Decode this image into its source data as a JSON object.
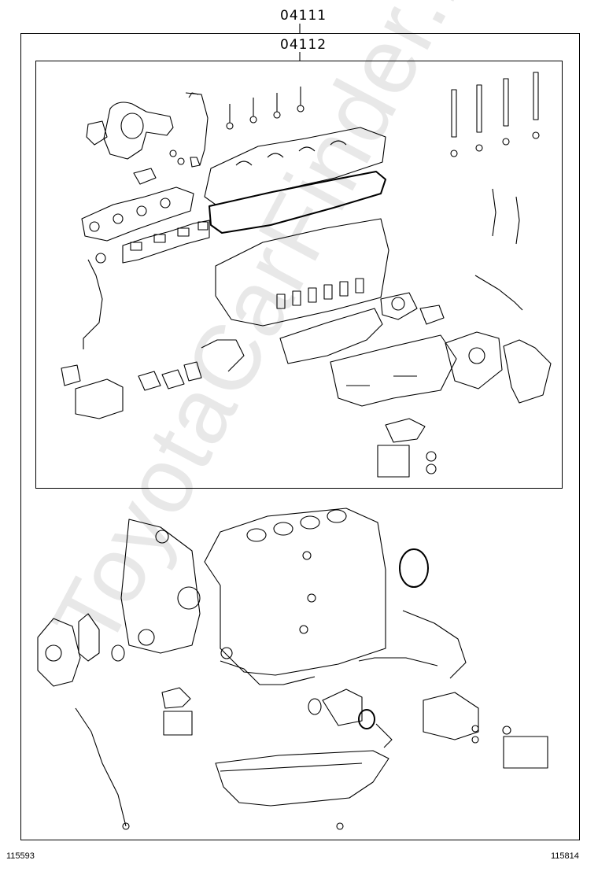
{
  "callouts": {
    "outer": "04111",
    "inner": "04112"
  },
  "footer": {
    "left_code": "115593",
    "right_code": "115814"
  },
  "watermark": {
    "text": "ToyotaCarFinder.ru"
  },
  "style": {
    "line_color": "#000000",
    "watermark_color": "#e8e8e8"
  }
}
